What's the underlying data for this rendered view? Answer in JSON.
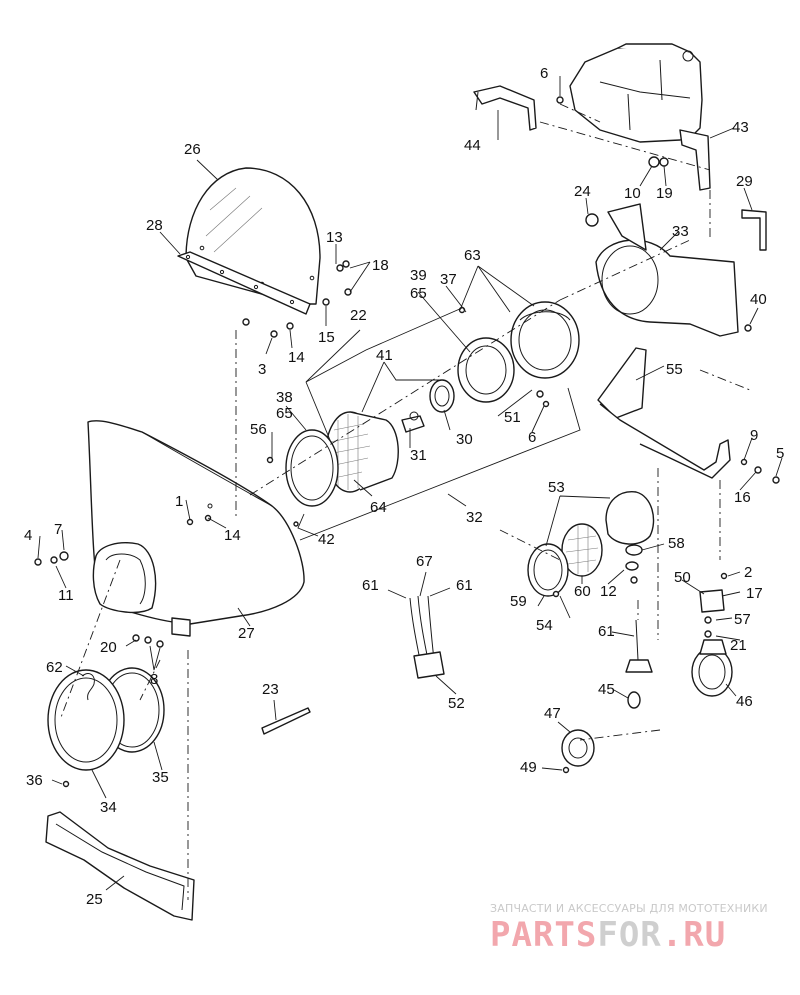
{
  "labels": [
    "1",
    "2",
    "3",
    "4",
    "5",
    "6",
    "6",
    "6",
    "7",
    "8",
    "9",
    "10",
    "11",
    "12",
    "13",
    "14",
    "14",
    "15",
    "16",
    "17",
    "18",
    "19",
    "20",
    "21",
    "22",
    "23",
    "24",
    "25",
    "26",
    "27",
    "28",
    "29",
    "30",
    "31",
    "32",
    "33",
    "34",
    "35",
    "36",
    "37",
    "38",
    "39",
    "40",
    "41",
    "42",
    "43",
    "44",
    "45",
    "46",
    "47",
    "49",
    "50",
    "51",
    "52",
    "53",
    "54",
    "55",
    "56",
    "57",
    "58",
    "59",
    "60",
    "61",
    "61",
    "61",
    "62",
    "63",
    "64",
    "65",
    "65",
    "67"
  ],
  "watermark": {
    "tagline": "ЗАПЧАСТИ И АКСЕССУАРЫ ДЛЯ МОТОТЕХНИКИ",
    "brand_part1": "PARTS",
    "brand_part2": "FOR",
    "brand_part3": ".RU"
  },
  "colors": {
    "line": "#1a1a1a",
    "watermark_red": "#f2a7ad",
    "watermark_gray": "#cfcfcf"
  }
}
